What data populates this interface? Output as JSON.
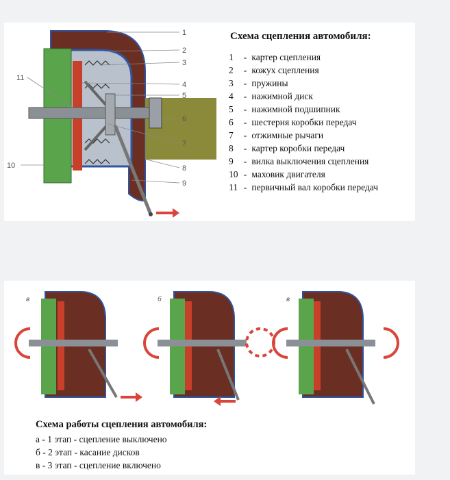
{
  "top_diagram": {
    "title": "Схема сцепления автомобиля:",
    "callouts": [
      "1",
      "2",
      "3",
      "4",
      "5",
      "6",
      "7",
      "8",
      "9",
      "10",
      "11"
    ],
    "legend": [
      {
        "num": "1",
        "text": "картер сцепления"
      },
      {
        "num": "2",
        "text": "кожух сцепления"
      },
      {
        "num": "3",
        "text": "пружины"
      },
      {
        "num": "4",
        "text": "нажимной диск"
      },
      {
        "num": "5",
        "text": "нажимной подшипник"
      },
      {
        "num": "6",
        "text": "шестерня коробки передач"
      },
      {
        "num": "7",
        "text": "отжимные рычаги"
      },
      {
        "num": "8",
        "text": "картер коробки передач"
      },
      {
        "num": "9",
        "text": "вилка выключения сцепления"
      },
      {
        "num": "10",
        "text": "маховик двигателя"
      },
      {
        "num": "11",
        "text": "первичный вал коробки передач"
      }
    ],
    "legend_dash": "-"
  },
  "bottom_diagram": {
    "title": "Схема работы сцепления автомобиля:",
    "stage_letters": [
      "в",
      "б",
      "в"
    ],
    "stages": [
      {
        "text": "а - 1 этап - сцепление выключено"
      },
      {
        "text": "б - 2 этап - касание дисков"
      },
      {
        "text": "в - 3 этап - сцепление включено"
      }
    ]
  },
  "colors": {
    "flywheel_green": "#5aa54b",
    "housing_brown": "#6b2e22",
    "cover_blue": "#2f55a0",
    "spring_red": "#c8402a",
    "shaft_gray": "#8a9096",
    "gearbox_olive": "#8a8a3a",
    "arrow_red": "#d9453a"
  }
}
